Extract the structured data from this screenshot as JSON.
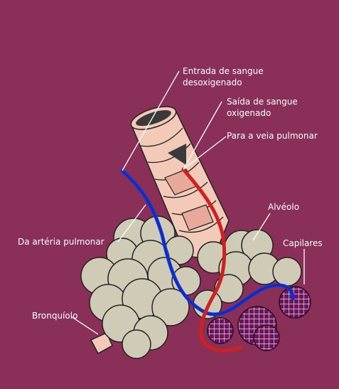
{
  "labels": {
    "entrada_line1": "Entrada de sangue",
    "entrada_line2": "desoxigenado",
    "saida_line1": "Saída de sangue",
    "saida_line2": "oxigenado",
    "veia": "Para a veia pulmonar",
    "alveolo": "Alvéolo",
    "arteria": "Da artéria pulmonar",
    "capilares": "Capilares",
    "bronquiolo": "Bronquíolo"
  },
  "colors": {
    "background": "#8a2f58",
    "alveolus": "#cfcbb7",
    "bronchiole": "#f3c9b7",
    "bronchiole_band": "#e6a99a",
    "deoxygenated_vessel": "#1133dd",
    "oxygenated_vessel": "#cc2222",
    "capillary_net": "#f1d3b6",
    "capillary_fill": "#6a1466"
  }
}
